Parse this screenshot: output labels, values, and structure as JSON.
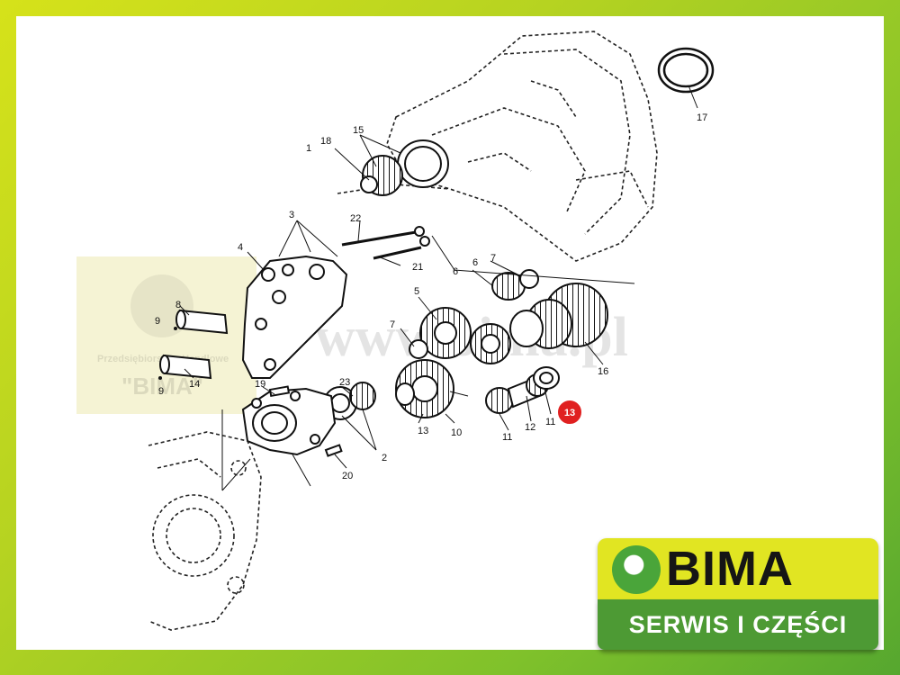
{
  "watermark": {
    "url": "www.bima.pl",
    "company_line": "Przedsiębiorstwo Handlowe",
    "company_name": "\"BIMA\""
  },
  "highlight": {
    "label": "13",
    "color": "#e02020"
  },
  "labels": [
    {
      "id": "part-1",
      "text": "1"
    },
    {
      "id": "part-2",
      "text": "2"
    },
    {
      "id": "part-3",
      "text": "3"
    },
    {
      "id": "part-4",
      "text": "4"
    },
    {
      "id": "part-5",
      "text": "5"
    },
    {
      "id": "part-6a",
      "text": "6"
    },
    {
      "id": "part-6b",
      "text": "6"
    },
    {
      "id": "part-7a",
      "text": "7"
    },
    {
      "id": "part-7b",
      "text": "7"
    },
    {
      "id": "part-8",
      "text": "8"
    },
    {
      "id": "part-9a",
      "text": "9"
    },
    {
      "id": "part-9b",
      "text": "9"
    },
    {
      "id": "part-10",
      "text": "10"
    },
    {
      "id": "part-11a",
      "text": "11"
    },
    {
      "id": "part-11b",
      "text": "11"
    },
    {
      "id": "part-12",
      "text": "12"
    },
    {
      "id": "part-13",
      "text": "13"
    },
    {
      "id": "part-14",
      "text": "14"
    },
    {
      "id": "part-15",
      "text": "15"
    },
    {
      "id": "part-16",
      "text": "16"
    },
    {
      "id": "part-17",
      "text": "17"
    },
    {
      "id": "part-18",
      "text": "18"
    },
    {
      "id": "part-19",
      "text": "19"
    },
    {
      "id": "part-20",
      "text": "20"
    },
    {
      "id": "part-21",
      "text": "21"
    },
    {
      "id": "part-22",
      "text": "22"
    },
    {
      "id": "part-23",
      "text": "23"
    }
  ],
  "logo": {
    "name": "BIMA",
    "tagline": "SERWIS I CZĘŚCI",
    "top_color": "#e1e522",
    "bottom_color": "#4d9a34"
  }
}
